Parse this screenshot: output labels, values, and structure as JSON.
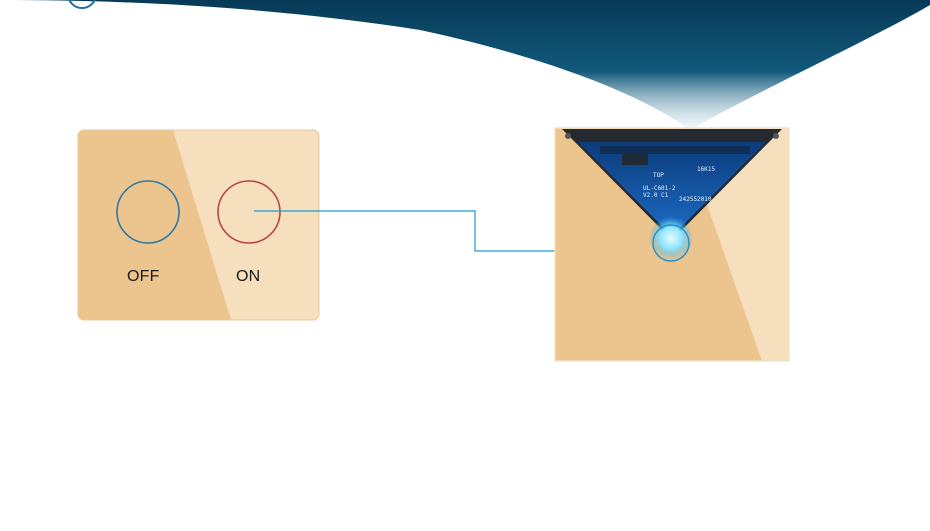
{
  "switch_panel": {
    "off_label": "OFF",
    "on_label": "ON"
  },
  "circuit_board": {
    "top_label": "TOP",
    "model_label": "UL-C601-2",
    "version_label": "V2.0 C1",
    "serial_label": "242552010",
    "board_code": "16K15"
  },
  "colors": {
    "header_blue": "#0a4566",
    "panel_gold": "#ecc48e",
    "panel_light": "#f5dfbd",
    "off_ring": "#2f79a8",
    "on_ring": "#b4493f",
    "leader_line": "#1d9ad6",
    "touch_glow": "#8fe4ff"
  }
}
